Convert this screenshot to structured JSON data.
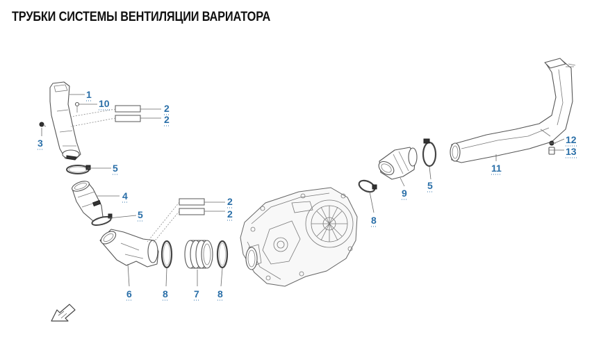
{
  "title": "ТРУБКИ СИСТЕМЫ ВЕНТИЛЯЦИИ ВАРИАТОРА",
  "callouts": {
    "c1": "1",
    "c10": "10",
    "c2a": "2",
    "c2b": "2",
    "c3": "3",
    "c5a": "5",
    "c4": "4",
    "c5b": "5",
    "c2c": "2",
    "c2d": "2",
    "c6": "6",
    "c8a": "8",
    "c7": "7",
    "c8b": "8",
    "c8c": "8",
    "c9": "9",
    "c5c": "5",
    "c11": "11",
    "c12": "12",
    "c13": "13"
  },
  "icons": {
    "front_arrow": "front-direction-arrow-icon"
  }
}
